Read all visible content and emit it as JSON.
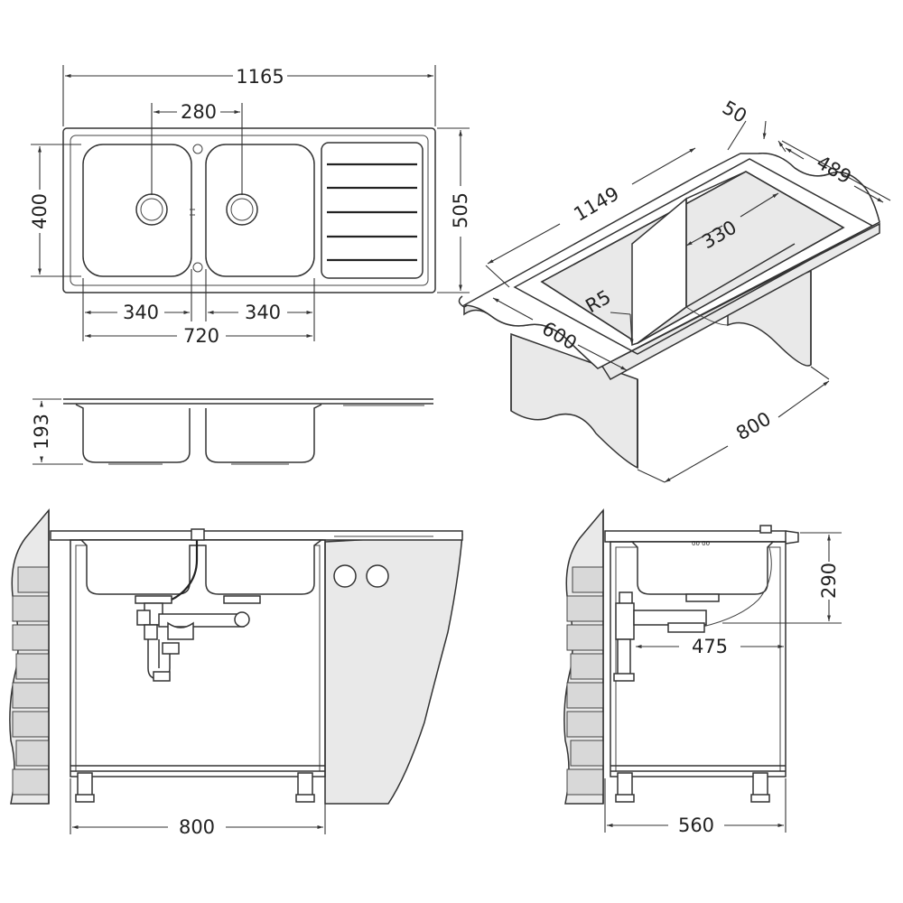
{
  "dimensions": {
    "top_overall_width": "1165",
    "top_drain_spacing": "280",
    "top_bowl_depth": "400",
    "top_overall_depth": "505",
    "top_bowl_width_left": "340",
    "top_bowl_width_right": "340",
    "top_bowls_total": "720",
    "side_depth": "193",
    "iso_thickness": "50",
    "iso_length": "1149",
    "iso_width": "489",
    "iso_inner": "330",
    "iso_radius": "R5",
    "iso_cabinet_depth": "600",
    "iso_cabinet_width": "800",
    "front_cabinet_width": "800",
    "side_bowl_height": "290",
    "side_drain_offset": "475",
    "side_cabinet_depth": "560"
  },
  "colors": {
    "line": "#333333",
    "surface": "#e9e9e9",
    "background": "#ffffff"
  }
}
